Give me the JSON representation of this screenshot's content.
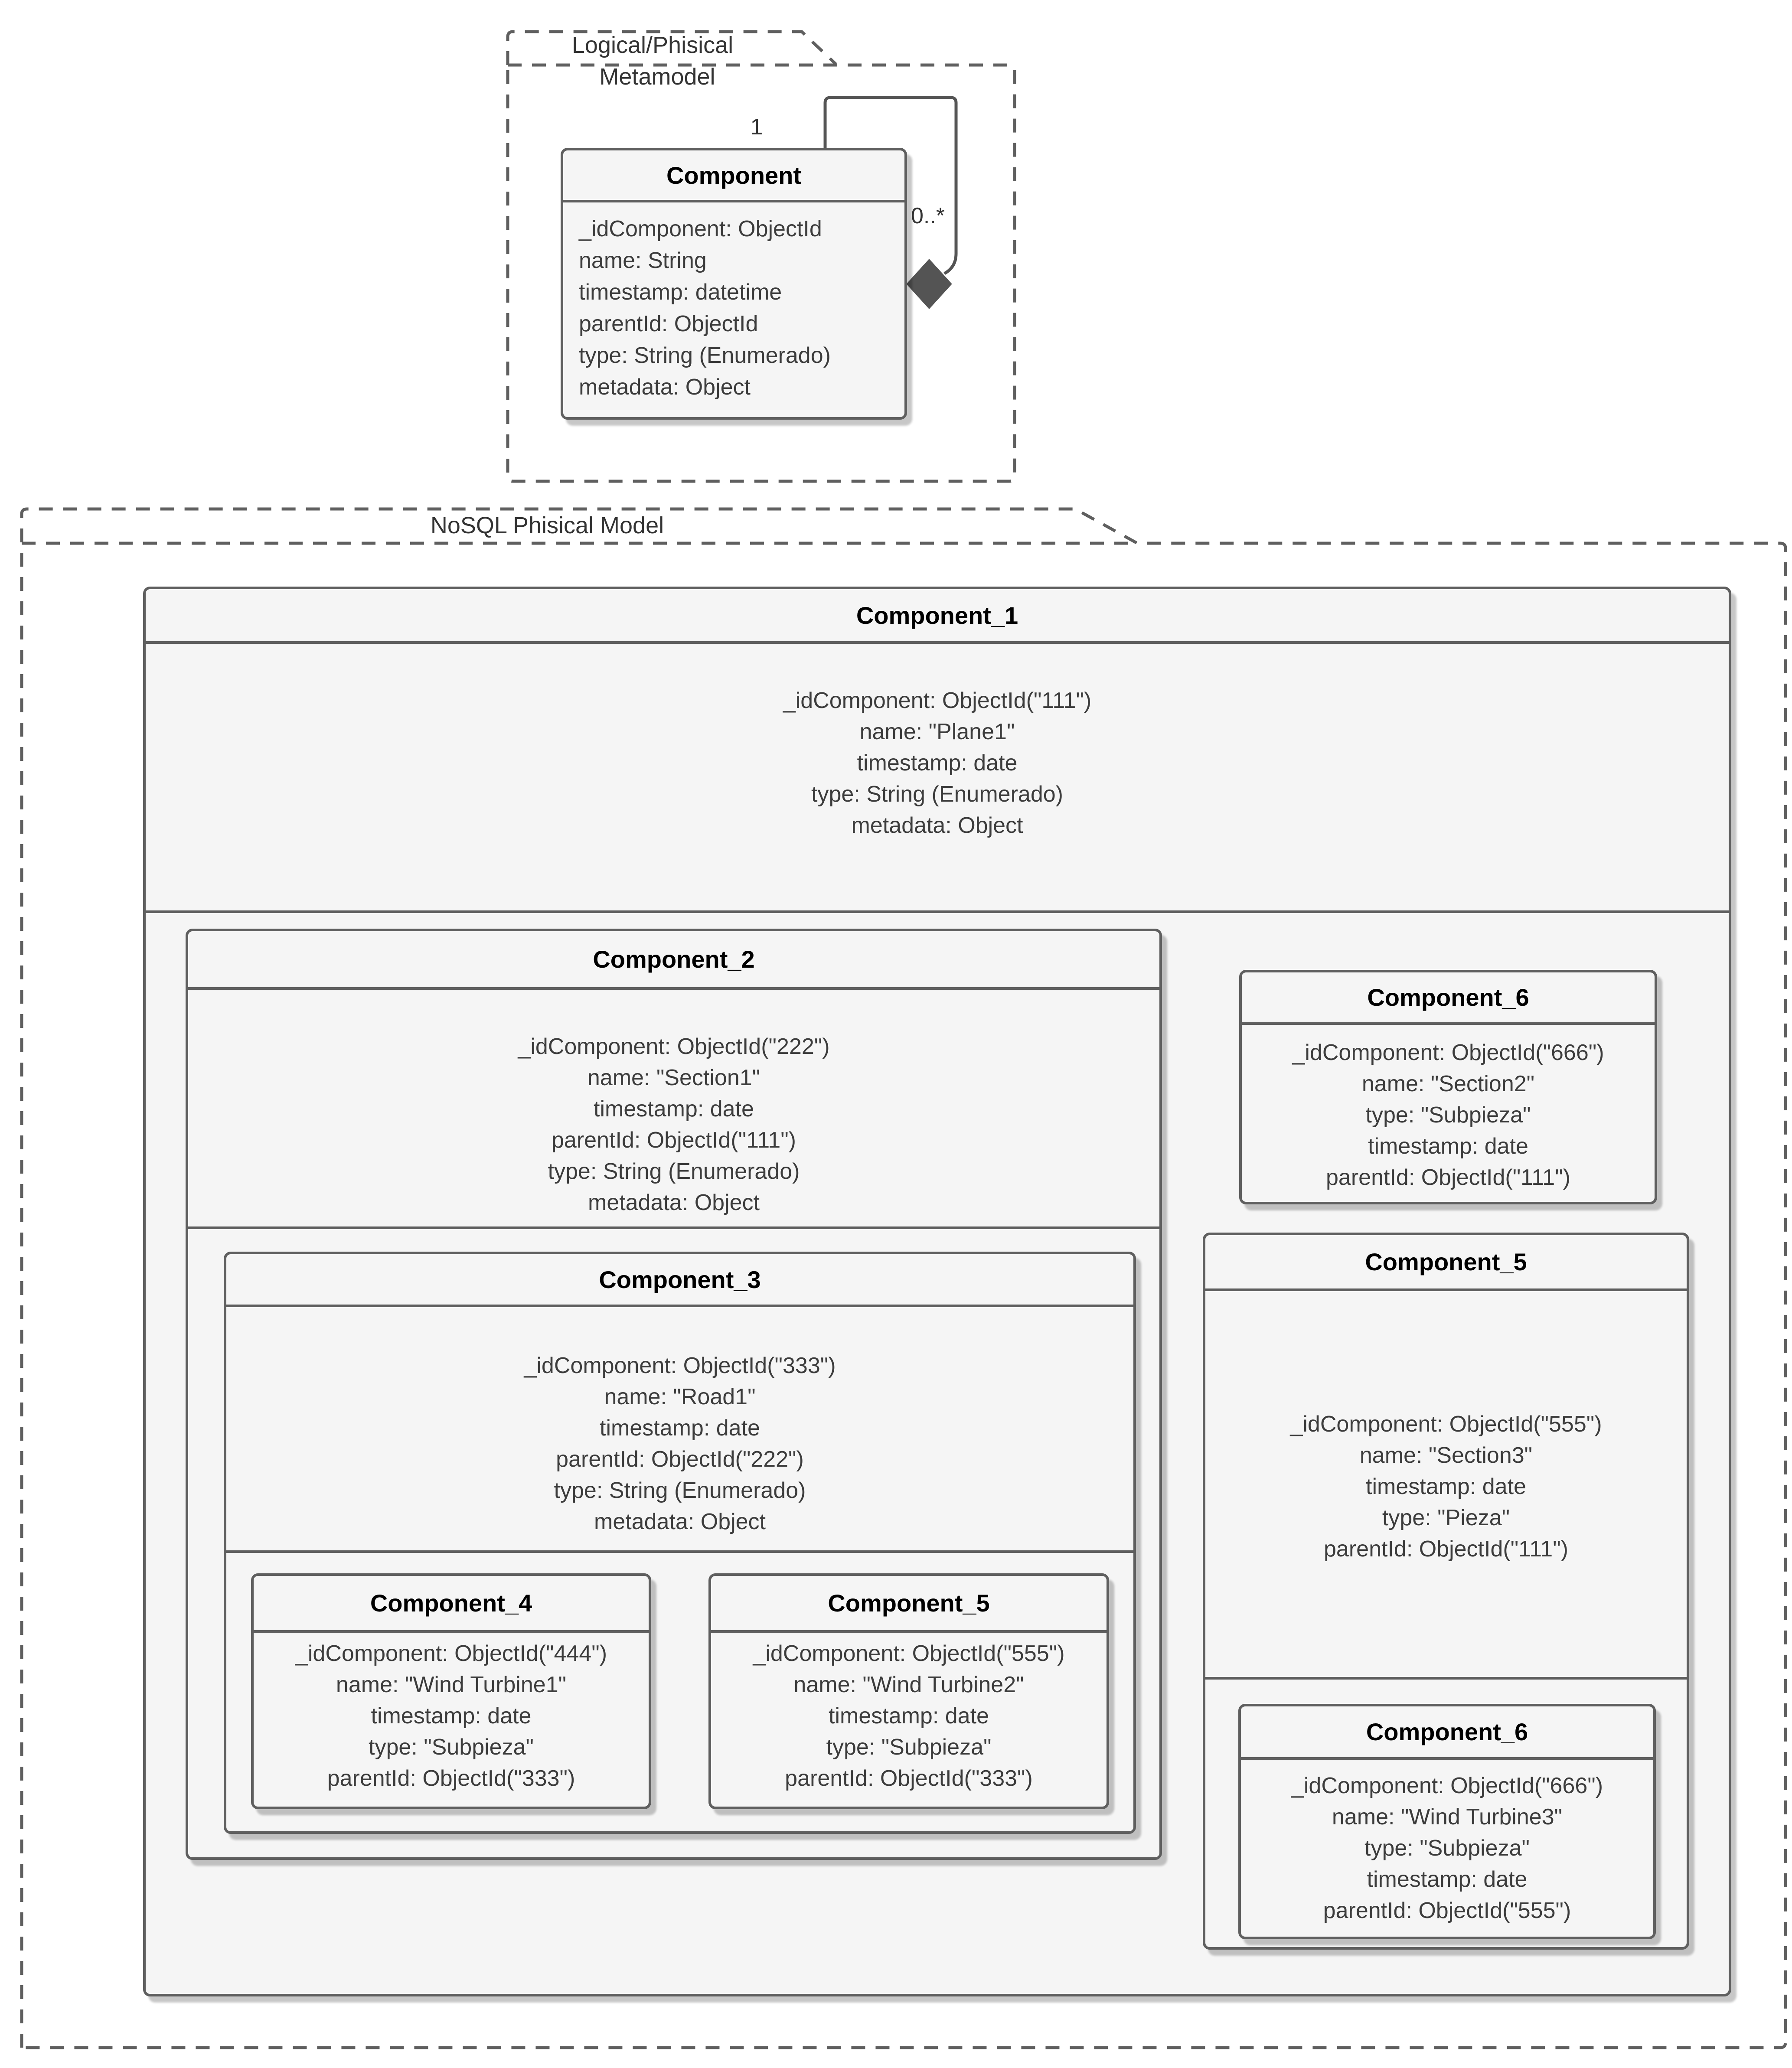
{
  "packages": {
    "metamodel": {
      "label_line1": "Logical/Phisical",
      "label_line2": "Metamodel"
    },
    "nosql": {
      "label": "NoSQL Phisical Model"
    }
  },
  "association": {
    "multiplicity_whole": "1",
    "multiplicity_part": "0..*"
  },
  "colors": {
    "box_fill": "#f5f5f5",
    "border": "#5f5f5f",
    "attr_text": "#3c3c3c",
    "title_text": "#000000",
    "diamond": "#545454",
    "background": "#ffffff"
  },
  "classes": {
    "meta_component": {
      "title": "Component",
      "attributes": [
        "_idComponent: ObjectId",
        "name: String",
        "timestamp: datetime",
        "parentId: ObjectId",
        "type: String (Enumerado)",
        "metadata: Object"
      ]
    },
    "component_1": {
      "title": "Component_1",
      "attributes": [
        "_idComponent: ObjectId(\"111\")",
        "name: \"Plane1\"",
        "timestamp: date",
        "type: String (Enumerado)",
        "metadata: Object"
      ]
    },
    "component_2": {
      "title": "Component_2",
      "attributes": [
        "_idComponent: ObjectId(\"222\")",
        "name: \"Section1\"",
        "timestamp: date",
        "parentId: ObjectId(\"111\")",
        "type: String (Enumerado)",
        "metadata: Object"
      ]
    },
    "component_3": {
      "title": "Component_3",
      "attributes": [
        "_idComponent: ObjectId(\"333\")",
        "name: \"Road1\"",
        "timestamp: date",
        "parentId: ObjectId(\"222\")",
        "type: String (Enumerado)",
        "metadata: Object"
      ]
    },
    "component_4": {
      "title": "Component_4",
      "attributes": [
        "_idComponent: ObjectId(\"444\")",
        "name: \"Wind Turbine1\"",
        "timestamp: date",
        "type: \"Subpieza\"",
        "parentId: ObjectId(\"333\")"
      ]
    },
    "component_5_inner": {
      "title": "Component_5",
      "attributes": [
        "_idComponent: ObjectId(\"555\")",
        "name: \"Wind Turbine2\"",
        "timestamp: date",
        "type: \"Subpieza\"",
        "parentId: ObjectId(\"333\")"
      ]
    },
    "component_6_top": {
      "title": "Component_6",
      "attributes": [
        "_idComponent: ObjectId(\"666\")",
        "name: \"Section2\"",
        "type: \"Subpieza\"",
        "timestamp: date",
        "parentId: ObjectId(\"111\")"
      ]
    },
    "component_5_right": {
      "title": "Component_5",
      "attributes": [
        "_idComponent: ObjectId(\"555\")",
        "name: \"Section3\"",
        "timestamp: date",
        "type: \"Pieza\"",
        "parentId: ObjectId(\"111\")"
      ]
    },
    "component_6_nested": {
      "title": "Component_6",
      "attributes": [
        "_idComponent: ObjectId(\"666\")",
        "name: \"Wind Turbine3\"",
        "type: \"Subpieza\"",
        "timestamp: date",
        "parentId: ObjectId(\"555\")"
      ]
    }
  }
}
